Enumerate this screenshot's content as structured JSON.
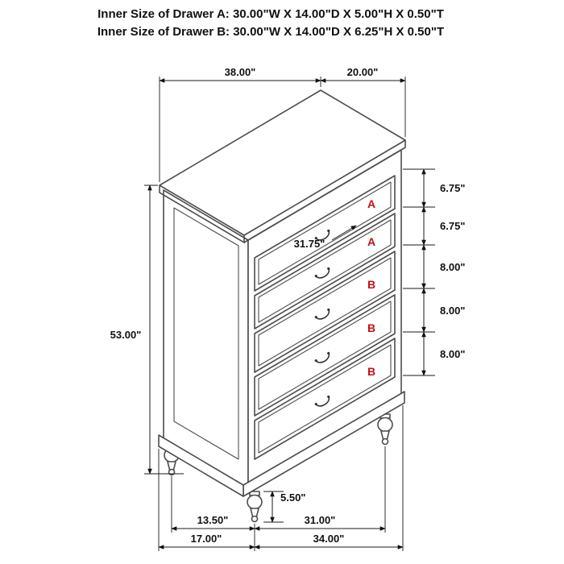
{
  "header": {
    "line_a": "Inner Size of Drawer A: 30.00\"W X 14.00\"D X 5.00\"H X 0.50\"T",
    "line_b": "Inner Size of Drawer B: 30.00\"W X 14.00\"D X 6.25\"H X 0.50\"T"
  },
  "dims": {
    "top_width": "38.00\"",
    "top_depth": "20.00\"",
    "height": "53.00\"",
    "drawers": [
      "6.75\"",
      "6.75\"",
      "8.00\"",
      "8.00\"",
      "8.00\""
    ],
    "front_width": "31.75\"",
    "leg_height": "5.50\"",
    "bottom": {
      "depth_span": "13.50\"",
      "front_span": "31.00\"",
      "overall_depth": "17.00\"",
      "overall_width": "34.00\""
    }
  },
  "labels": {
    "drawers": [
      "A",
      "A",
      "B",
      "B",
      "B"
    ]
  },
  "colors": {
    "line": "#4d4d4d",
    "dimension": "#1a1a1a",
    "drawer_label_red": "#c41111",
    "background": "#ffffff"
  }
}
